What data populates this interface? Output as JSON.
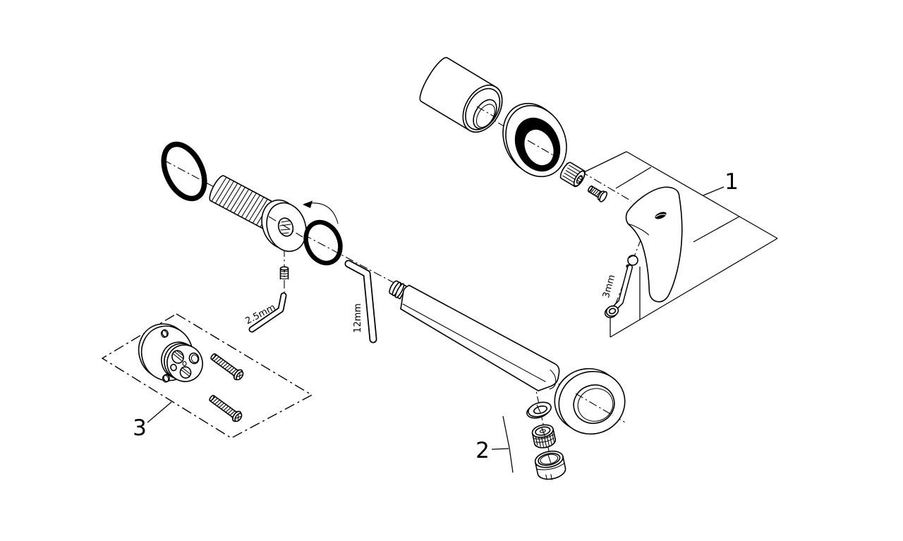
{
  "page": {
    "background": "#ffffff",
    "ink": "#000000"
  },
  "callouts": [
    {
      "label": "1"
    },
    {
      "label": "2"
    },
    {
      "label": "3"
    }
  ],
  "tool_sizes": [
    {
      "label": "2.5mm"
    },
    {
      "label": "12mm"
    },
    {
      "label": "3mm"
    }
  ],
  "brand_mark_icon": "grohe-logo",
  "parts": [
    "o-ring-large",
    "threaded-shank",
    "wall-union-flange",
    "o-ring-small",
    "grub-screw",
    "hex-key-2-5mm",
    "hex-key-12mm",
    "spout",
    "spout-washer",
    "aerator-insert",
    "aerator-housing",
    "spout-escutcheon-ring",
    "handle-sleeve",
    "handle-escutcheon-ring",
    "cartridge-adapter",
    "adapter-screw",
    "lever-handle",
    "ball-set-screw",
    "hex-key-3mm",
    "handle-nut",
    "mounting-plate",
    "fixing-screw-upper",
    "fixing-screw-lower"
  ]
}
